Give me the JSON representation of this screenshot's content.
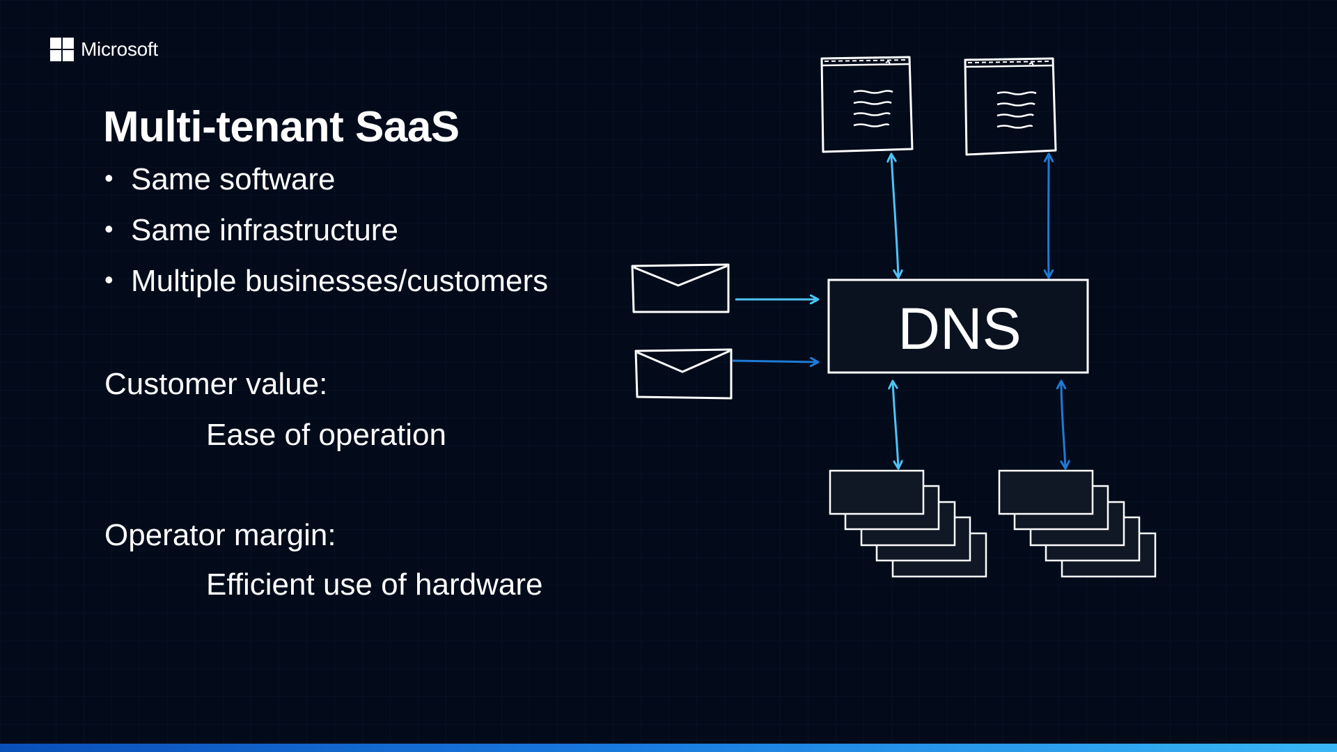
{
  "brand": {
    "name": "Microsoft",
    "icon": "microsoft-logo-icon"
  },
  "slide": {
    "title": "Multi-tenant SaaS",
    "bullets": [
      "Same software",
      "Same infrastructure",
      "Multiple businesses/customers"
    ],
    "customer_value": {
      "label": "Customer value:",
      "value": "Ease of operation"
    },
    "operator_margin": {
      "label": "Operator margin:",
      "value": "Efficient use of hardware"
    }
  },
  "diagram": {
    "dns_label": "DNS",
    "nodes": {
      "top": [
        "document-icon",
        "document-icon"
      ],
      "left": [
        "envelope-icon",
        "envelope-icon"
      ],
      "bottom": [
        "stacked-servers-icon",
        "stacked-servers-icon"
      ]
    }
  },
  "colors": {
    "background": "#030b1a",
    "text": "#ffffff",
    "arrow_light": "#4fc3f7",
    "arrow_dark": "#1e7bd6",
    "accent_bar_start": "#0a4fb8",
    "accent_bar_end": "#39b6f5"
  }
}
